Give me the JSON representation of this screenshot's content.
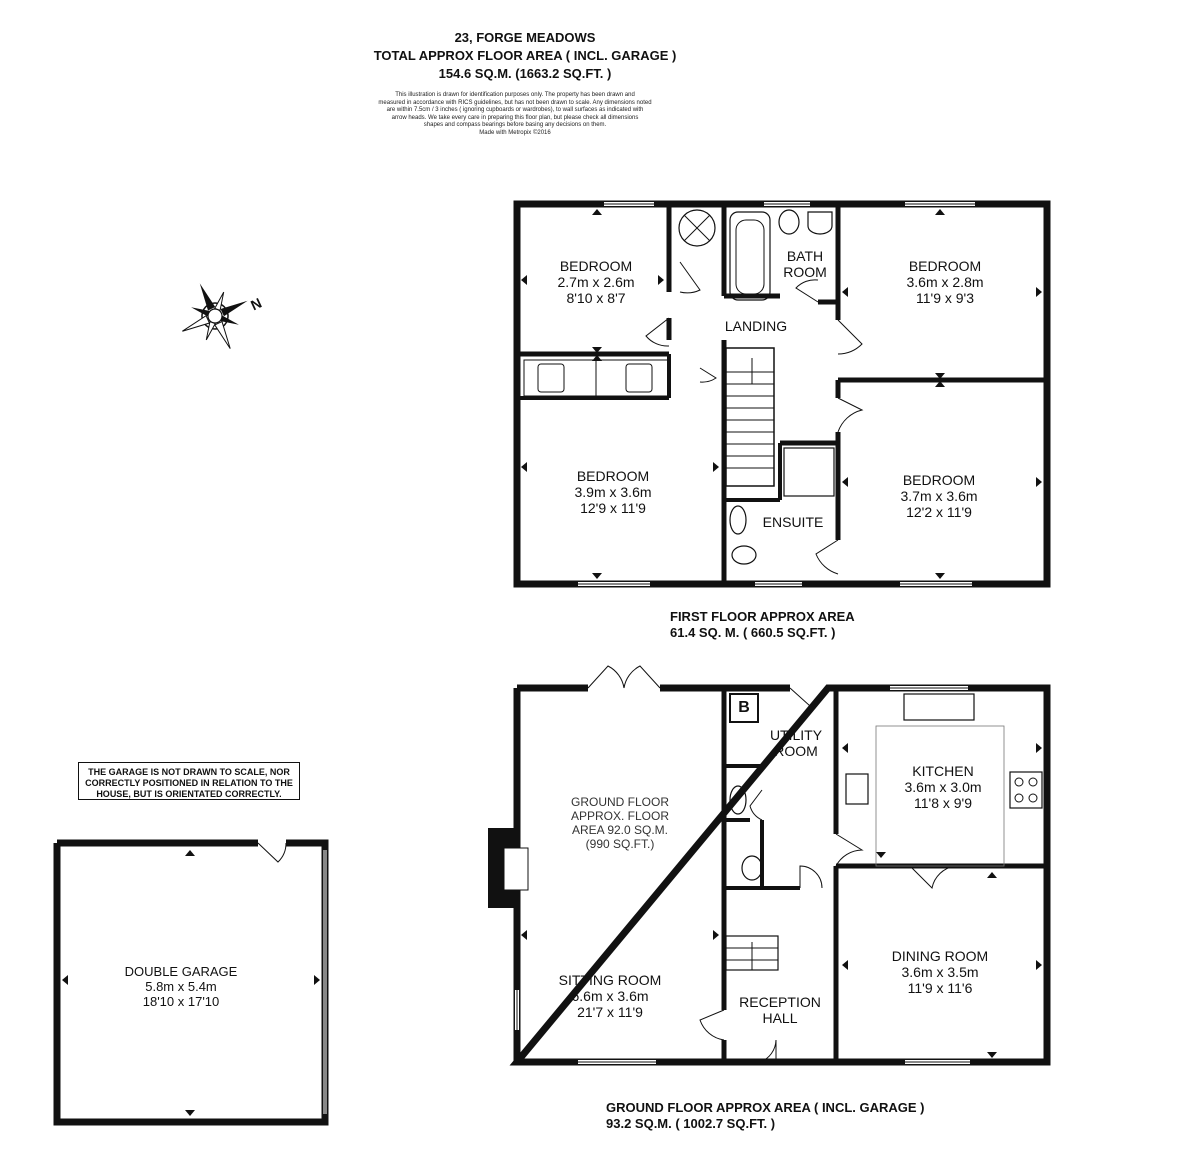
{
  "header": {
    "address": "23, FORGE MEADOWS",
    "total_title": "TOTAL APPROX FLOOR AREA ( INCL. GARAGE )",
    "total_area": "154.6 SQ.M. (1663.2 SQ.FT. )",
    "disclaimer_lines": [
      "This illustration is drawn for identification purposes only. The property has been drawn and",
      "measured in accordance with RICS guidelines, but has not been drawn to scale. Any dimensions noted",
      "are within 7.5cm / 3 inches ( ignoring cupboards or wardrobes), to wall surfaces as indicated with",
      "arrow heads. We take every care in preparing this floor plan, but please check all dimensions",
      "shapes and compass bearings before basing any decisions on them.",
      "Made with Metropix ©2016"
    ]
  },
  "compass": {
    "label": "N"
  },
  "first_floor": {
    "title": "FIRST FLOOR APPROX AREA",
    "area": "61.4 SQ. M. ( 660.5 SQ.FT. )",
    "rooms": {
      "bed1": {
        "name": "BEDROOM",
        "dim_m": "2.7m x 2.6m",
        "dim_ft": "8'10 x 8'7"
      },
      "bath": {
        "name1": "BATH",
        "name2": "ROOM"
      },
      "bed2": {
        "name": "BEDROOM",
        "dim_m": "3.6m x 2.8m",
        "dim_ft": "11'9 x 9'3"
      },
      "landing": {
        "name": "LANDING"
      },
      "bed3": {
        "name": "BEDROOM",
        "dim_m": "3.9m x 3.6m",
        "dim_ft": "12'9 x 11'9"
      },
      "bed4": {
        "name": "BEDROOM",
        "dim_m": "3.7m x 3.6m",
        "dim_ft": "12'2 x 11'9"
      },
      "ensuite": {
        "name": "ENSUITE"
      }
    }
  },
  "ground_floor": {
    "title": "GROUND FLOOR APPROX AREA ( INCL. GARAGE )",
    "area": "93.2 SQ.M. ( 1002.7 SQ.FT. )",
    "boiler": "B",
    "floor_note": [
      "GROUND FLOOR",
      "APPROX. FLOOR",
      "AREA 92.0 SQ.M.",
      "(990 SQ.FT.)"
    ],
    "rooms": {
      "utility": {
        "name1": "UTILITY",
        "name2": "ROOM"
      },
      "kitchen": {
        "name": "KITCHEN",
        "dim_m": "3.6m x 3.0m",
        "dim_ft": "11'8 x 9'9"
      },
      "sitting": {
        "name": "SITTING ROOM",
        "dim_m": "6.6m x 3.6m",
        "dim_ft": "21'7 x 11'9"
      },
      "dining": {
        "name": "DINING ROOM",
        "dim_m": "3.6m x 3.5m",
        "dim_ft": "11'9 x 11'6"
      },
      "reception": {
        "name1": "RECEPTION",
        "name2": "HALL"
      }
    }
  },
  "garage": {
    "note": [
      "THE GARAGE IS NOT DRAWN TO SCALE, NOR",
      "CORRECTLY POSITIONED IN RELATION TO THE",
      "HOUSE, BUT IS ORIENTATED CORRECTLY."
    ],
    "name": "DOUBLE GARAGE",
    "dim_m": "5.8m x 5.4m",
    "dim_ft": "18'10 x 17'10"
  }
}
